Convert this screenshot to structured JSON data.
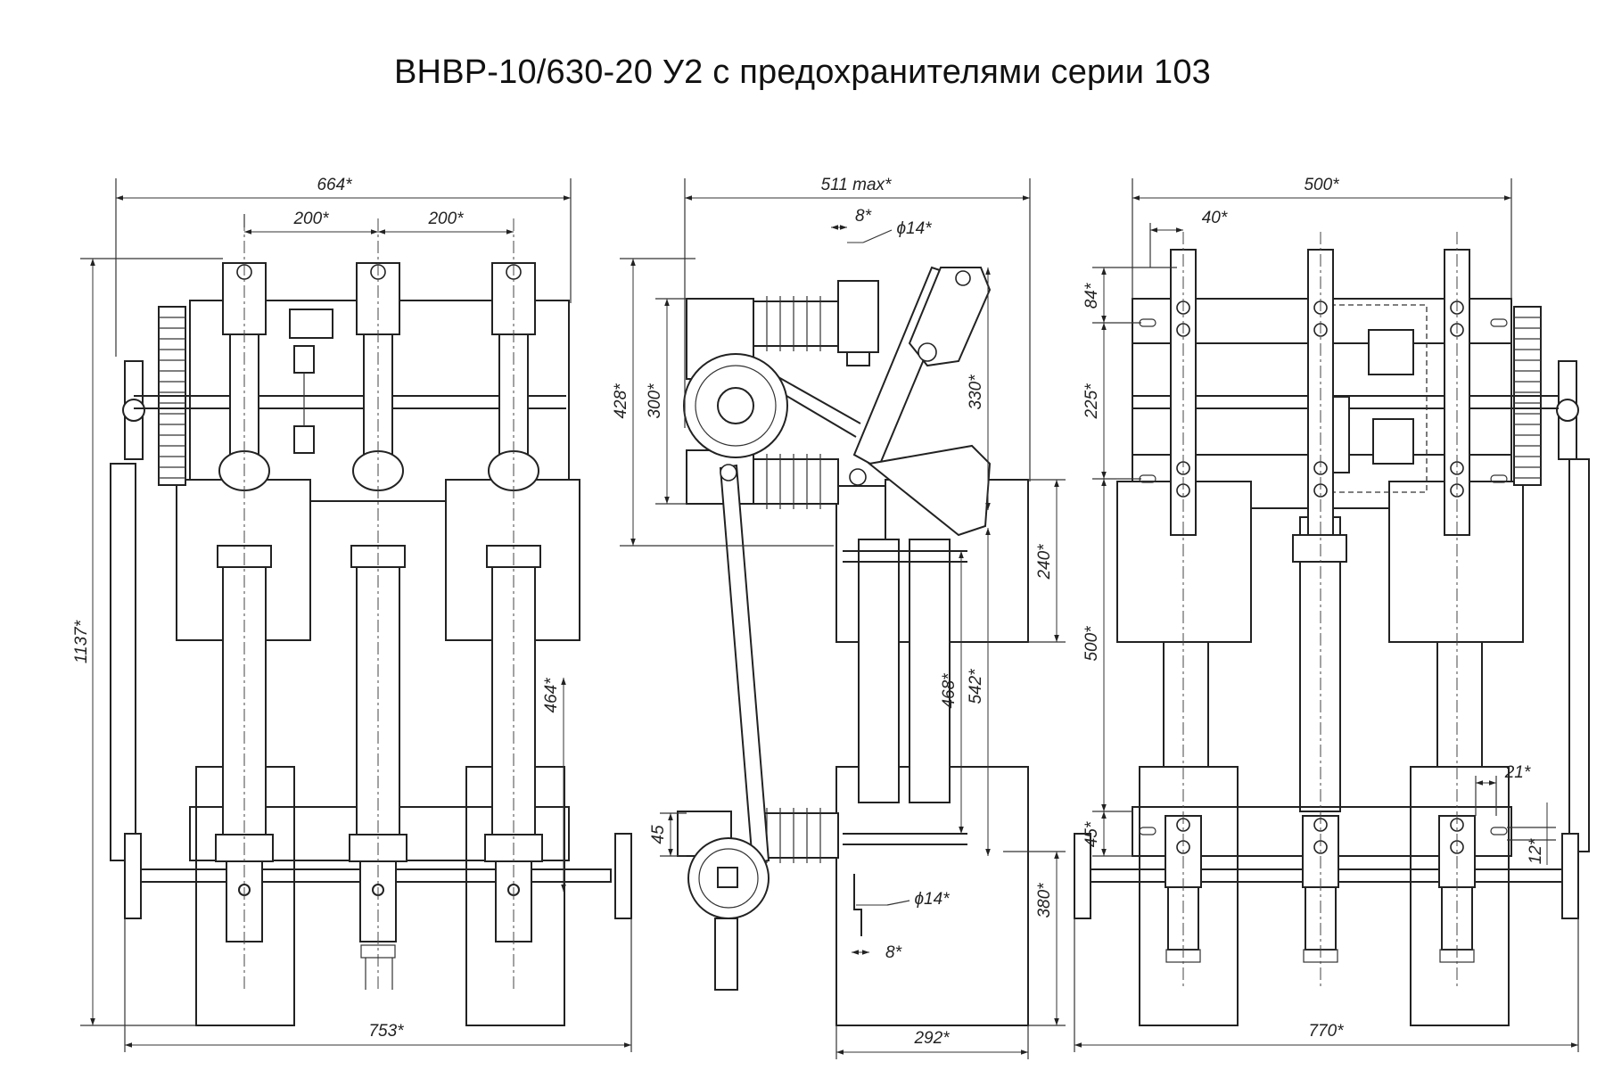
{
  "title": "ВНВР-10/630-20 У2 с предохранителями серии 103",
  "dimensions": {
    "front": {
      "overall_width": "664*",
      "pitch_left": "200*",
      "pitch_right": "200*",
      "overall_height": "1137*",
      "fuse_height": "464*",
      "base_width": "753*"
    },
    "side": {
      "overall_width": "511 max*",
      "tab_width": "8*",
      "hole_top": "ϕ14*",
      "height_428": "428*",
      "height_300": "300*",
      "height_330": "330*",
      "height_240": "240*",
      "height_468": "468*",
      "height_542": "542*",
      "height_45": "45",
      "height_380": "380*",
      "hole_bottom": "ϕ14*",
      "tab_bottom": "8*",
      "base_width": "292*"
    },
    "rear": {
      "overall_width": "500*",
      "offset_40": "40*",
      "height_84": "84*",
      "height_225": "225*",
      "height_500": "500*",
      "height_45": "45*",
      "width_21": "21*",
      "height_12": "12*",
      "base_width": "770*"
    }
  }
}
